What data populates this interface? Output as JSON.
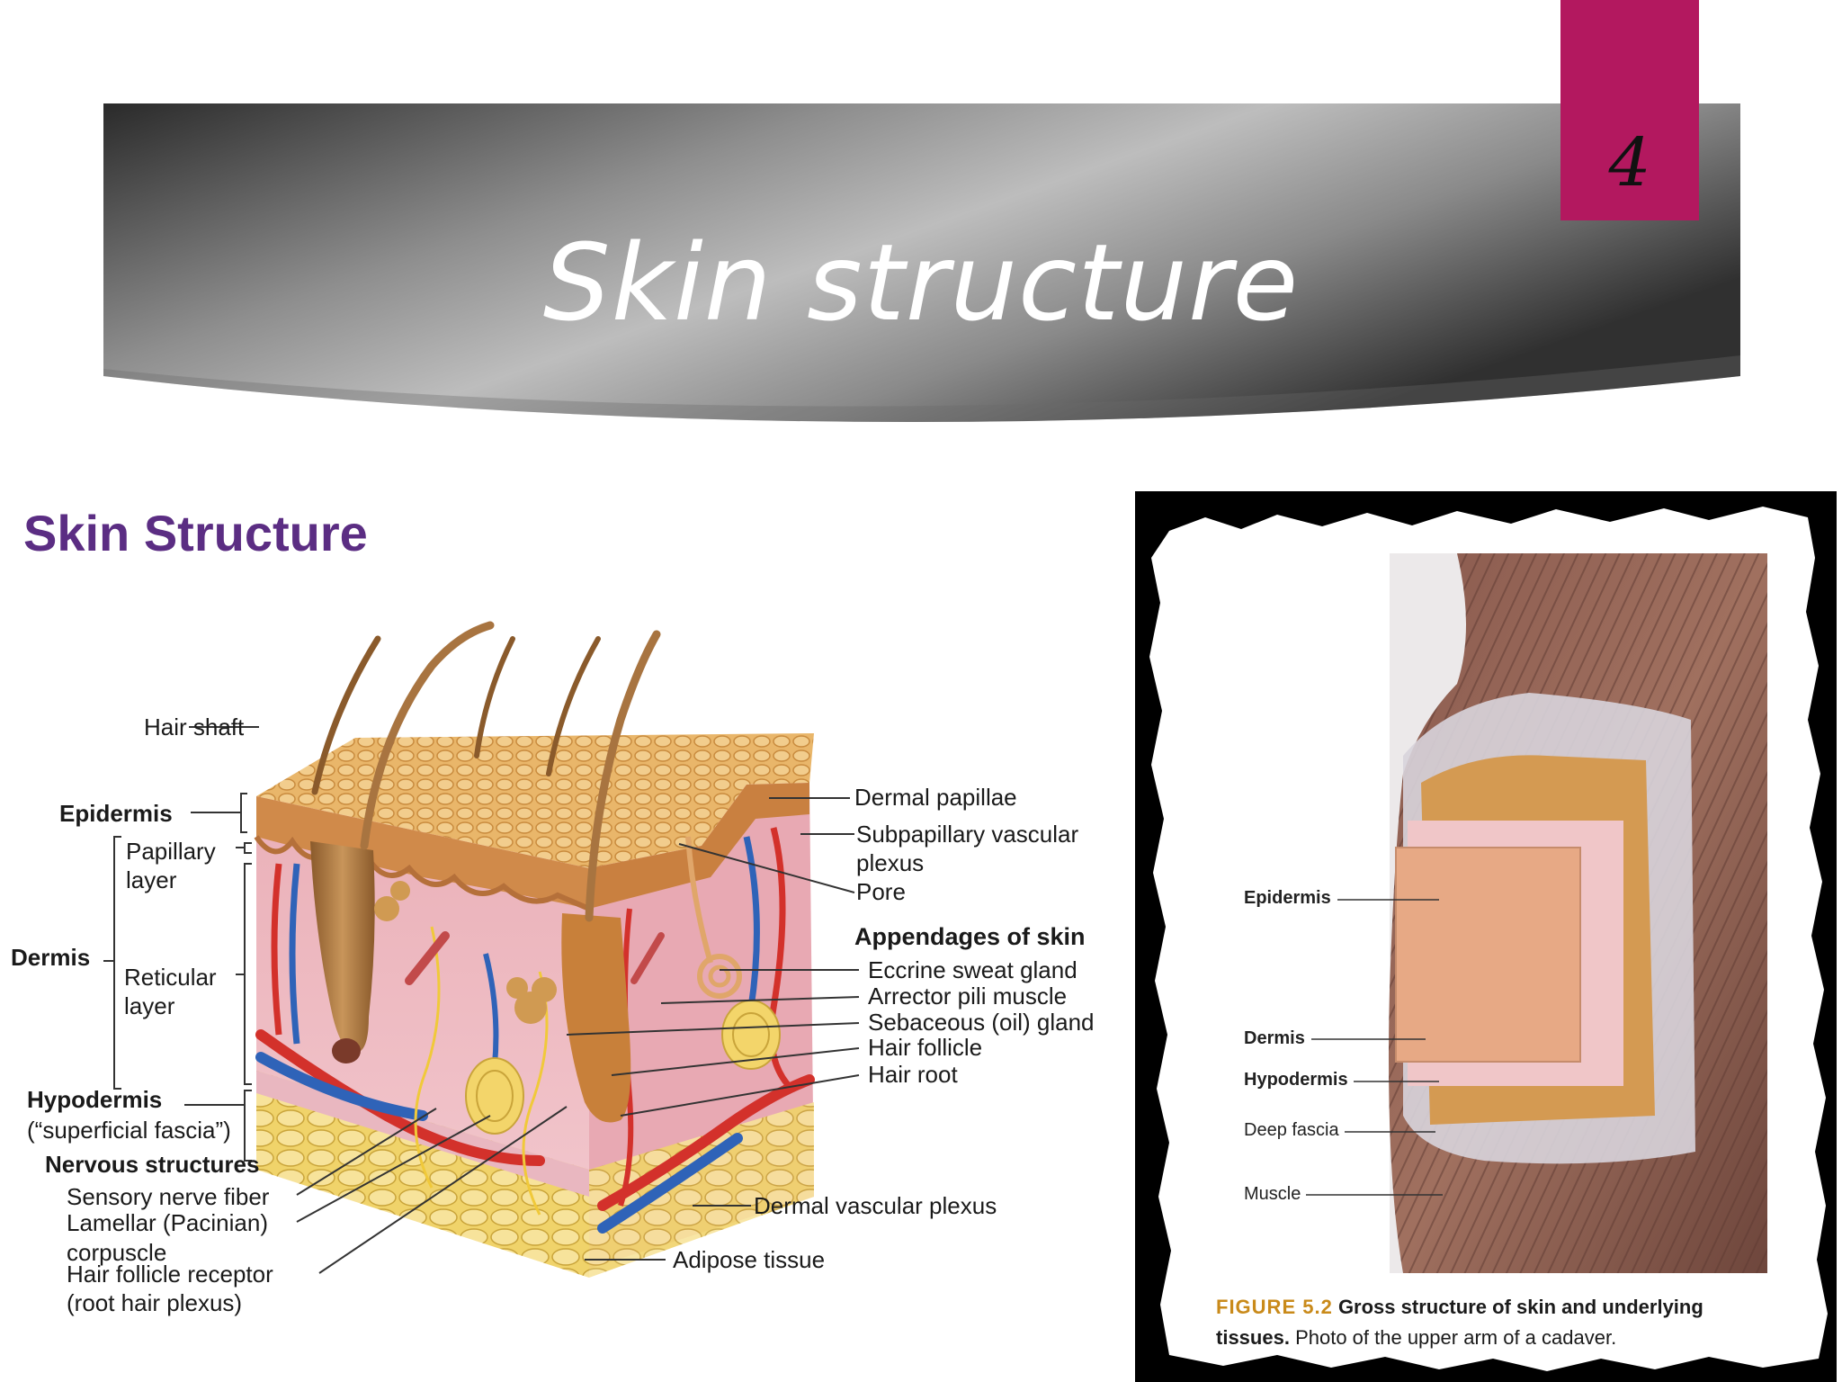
{
  "slide": {
    "title": "Skin structure",
    "number": "4",
    "accent_color": "#b3185f"
  },
  "left_figure": {
    "title": "Skin Structure",
    "title_color": "#5b2d83",
    "labels": {
      "hair_shaft": "Hair shaft",
      "epidermis": "Epidermis",
      "papillary_layer_1": "Papillary",
      "papillary_layer_2": "layer",
      "dermis": "Dermis",
      "reticular_layer_1": "Reticular",
      "reticular_layer_2": "layer",
      "hypodermis": "Hypodermis",
      "superficial_fascia": "(“superficial fascia”)",
      "nervous_structures": "Nervous structures",
      "sensory_nerve_fiber": "Sensory nerve fiber",
      "lamellar_1": "Lamellar (Pacinian)",
      "lamellar_2": "corpuscle",
      "hair_follicle_receptor_1": "Hair follicle receptor",
      "hair_follicle_receptor_2": "(root hair plexus)",
      "dermal_papillae": "Dermal papillae",
      "subpapillary_1": "Subpapillary vascular",
      "subpapillary_2": "plexus",
      "pore": "Pore",
      "appendages": "Appendages of skin",
      "eccrine": "Eccrine sweat gland",
      "arrector": "Arrector pili muscle",
      "sebaceous": "Sebaceous (oil) gland",
      "hair_follicle": "Hair follicle",
      "hair_root": "Hair root",
      "dermal_vascular_plexus": "Dermal vascular plexus",
      "adipose_tissue": "Adipose tissue"
    }
  },
  "right_figure": {
    "labels": {
      "epidermis": "Epidermis",
      "dermis": "Dermis",
      "hypodermis": "Hypodermis",
      "deep_fascia": "Deep fascia",
      "muscle": "Muscle"
    },
    "caption": {
      "figure_number": "FIGURE 5.2",
      "bold_text": "Gross structure of skin and underlying tissues.",
      "normal_text": "Photo of the upper arm of a cadaver."
    }
  }
}
